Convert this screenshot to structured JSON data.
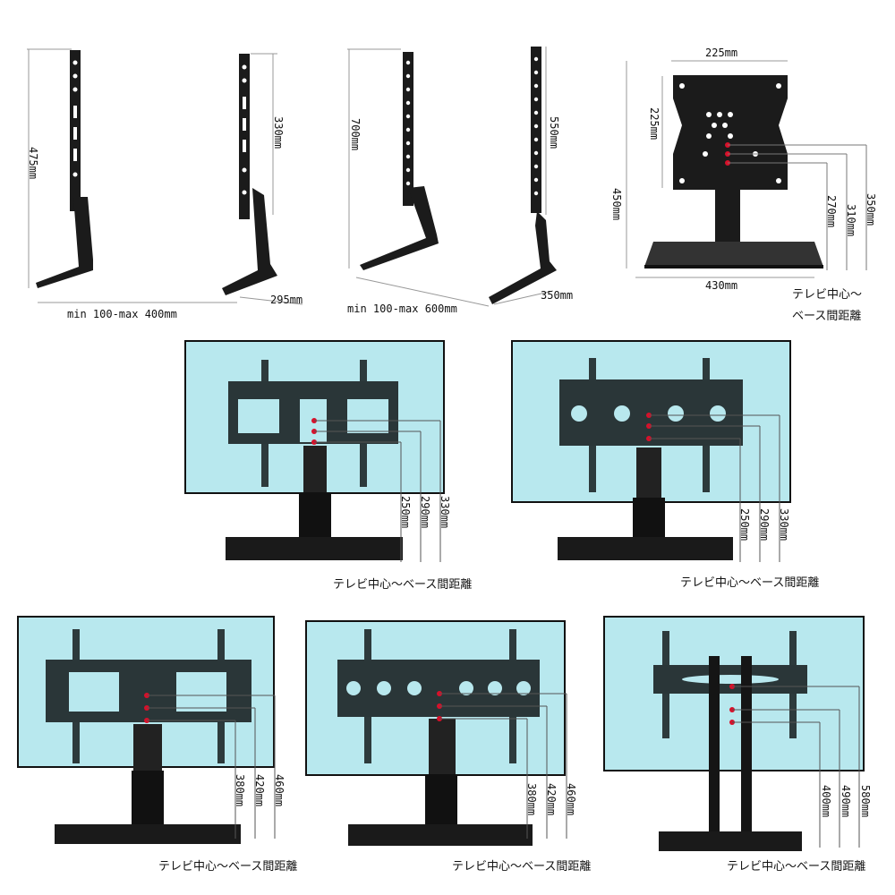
{
  "top_row": {
    "stand_a": {
      "height_label": "475mm",
      "arm_height_label": "330mm",
      "depth_label": "295mm",
      "range_label": "min 100-max 400mm"
    },
    "stand_b": {
      "height_label": "700mm",
      "arm_height_label": "550mm",
      "depth_label": "350mm",
      "range_label": "min 100-max 600mm"
    },
    "stand_c": {
      "plate_width_label": "225mm",
      "plate_height_label": "225mm",
      "total_height_label": "450mm",
      "base_width_label": "430mm",
      "center_distances": [
        "270mm",
        "310mm",
        "350mm"
      ],
      "caption_line1": "テレビ中心～",
      "caption_line2": "ベース間距離"
    }
  },
  "middle_row": [
    {
      "distances": [
        "250mm",
        "290mm",
        "330mm"
      ],
      "caption": "テレビ中心～ベース間距離"
    },
    {
      "distances": [
        "250mm",
        "290mm",
        "330mm"
      ],
      "caption": "テレビ中心～ベース間距離"
    }
  ],
  "bottom_row": [
    {
      "distances": [
        "380mm",
        "420mm",
        "460mm"
      ],
      "caption": "テレビ中心～ベース間距離"
    },
    {
      "distances": [
        "380mm",
        "420mm",
        "460mm"
      ],
      "caption": "テレビ中心～ベース間距離"
    },
    {
      "distances": [
        "400mm",
        "490mm",
        "580mm"
      ],
      "caption": "テレビ中心～ベース間距離"
    }
  ],
  "colors": {
    "screen": "#b8e8ee",
    "metal": "#1e2a2c",
    "marker": "#d8102a"
  }
}
